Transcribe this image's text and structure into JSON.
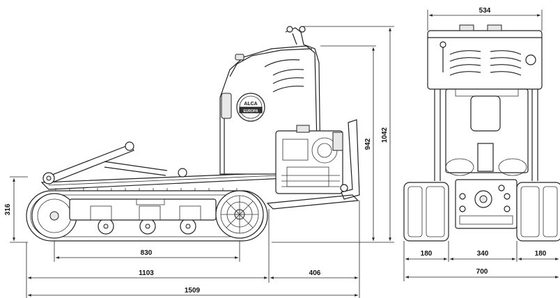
{
  "drawing": {
    "side_view": {
      "logo_line1": "ALCA",
      "logo_line2": "EUROPA",
      "dims": {
        "height_track": "316",
        "track_length": "830",
        "length_body": "1103",
        "blade_extension": "406",
        "total_length": "1509",
        "height_blade": "942",
        "total_height": "1042"
      }
    },
    "front_view": {
      "dims": {
        "top_width": "534",
        "track_left": "180",
        "gap_center": "340",
        "track_right": "180",
        "total_width": "700"
      }
    }
  }
}
